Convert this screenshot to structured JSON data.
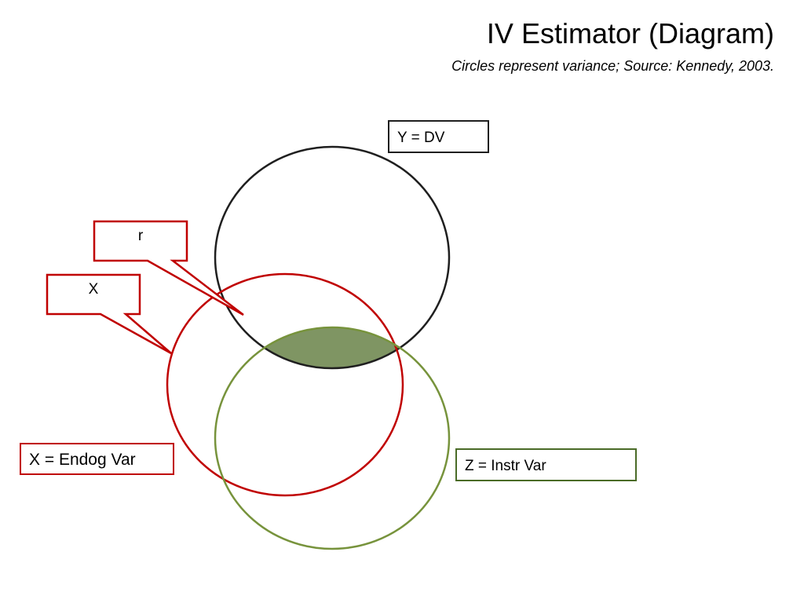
{
  "title": "IV Estimator (Diagram)",
  "subtitle": "Circles represent variance; Source: Kennedy, 2003.",
  "labels": {
    "y": "Y = DV",
    "z": "Z = Instr Var",
    "x_endog": "X = Endog Var"
  },
  "callouts": {
    "r": "r",
    "x": "X"
  },
  "colors": {
    "y_circle": "#1f1f1f",
    "x_circle": "#c00000",
    "z_circle": "#77933c",
    "overlap_fill": "#7f9563",
    "callout_border": "#c00000"
  }
}
